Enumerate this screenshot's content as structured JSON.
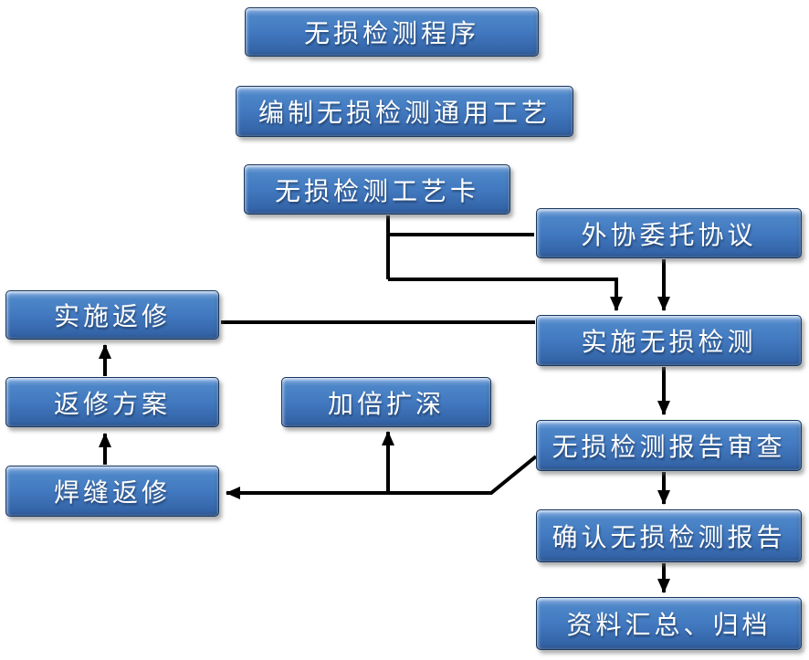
{
  "diagram": {
    "background_color": "#ffffff",
    "connector_color": "#000000",
    "node_style": {
      "fill_top": "#9cbce6",
      "fill_mid": "#4279c0",
      "fill_bottom": "#2f5e9f",
      "border_color": "#17375e",
      "text_color": "#ffffff"
    },
    "nodes": [
      {
        "id": "ndt-procedure",
        "label": "无损检测程序"
      },
      {
        "id": "compile-general-spec",
        "label": "编制无损检测通用工艺"
      },
      {
        "id": "process-card",
        "label": "无损检测工艺卡"
      },
      {
        "id": "outsourcing",
        "label": "外协委托协议"
      },
      {
        "id": "implement-repair",
        "label": "实施返修"
      },
      {
        "id": "implement-ndt",
        "label": "实施无损检测"
      },
      {
        "id": "repair-plan",
        "label": "返修方案"
      },
      {
        "id": "double-expansion",
        "label": "加倍扩深"
      },
      {
        "id": "report-review",
        "label": "无损检测报告审查"
      },
      {
        "id": "weld-repair",
        "label": "焊缝返修"
      },
      {
        "id": "confirm-report",
        "label": "确认无损检测报告"
      },
      {
        "id": "archive",
        "label": "资料汇总、归档"
      }
    ],
    "edges": [
      {
        "from": "process-card",
        "to": "outsourcing",
        "style": "line"
      },
      {
        "from": "process-card",
        "to": "implement-ndt",
        "style": "arrow"
      },
      {
        "from": "outsourcing",
        "to": "implement-ndt",
        "style": "arrow"
      },
      {
        "from": "implement-repair",
        "to": "implement-ndt",
        "style": "line"
      },
      {
        "from": "implement-ndt",
        "to": "report-review",
        "style": "arrow"
      },
      {
        "from": "report-review",
        "to": "weld-repair",
        "style": "arrow"
      },
      {
        "from": "report-review",
        "to": "double-expansion",
        "style": "arrow"
      },
      {
        "from": "weld-repair",
        "to": "repair-plan",
        "style": "arrow"
      },
      {
        "from": "repair-plan",
        "to": "implement-repair",
        "style": "arrow"
      },
      {
        "from": "report-review",
        "to": "confirm-report",
        "style": "arrow"
      },
      {
        "from": "confirm-report",
        "to": "archive",
        "style": "arrow"
      }
    ]
  }
}
